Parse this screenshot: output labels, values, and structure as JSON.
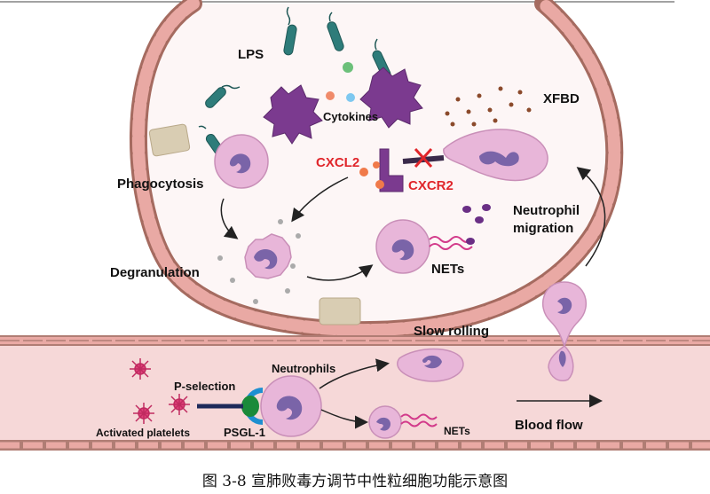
{
  "labels": {
    "lps": "LPS",
    "cytokines": "Cytokines",
    "xfbd": "XFBD",
    "cxcl2": "CXCL2",
    "cxcr2": "CXCR2",
    "phagocytosis": "Phagocytosis",
    "degranulation": "Degranulation",
    "nets_top": "NETs",
    "neutrophil_migration_1": "Neutrophil",
    "neutrophil_migration_2": "migration",
    "slow_rolling": "Slow rolling",
    "p_selection": "P-selection",
    "neutrophils": "Neutrophils",
    "psgl1": "PSGL-1",
    "activated_platelets": "Activated platelets",
    "nets_bottom": "NETs",
    "blood_flow": "Blood flow"
  },
  "caption": "图 3-8  宣肺败毒方调节中性粒细胞功能示意图",
  "colors": {
    "alveolus_wall": "#a56b60",
    "vessel_fill": "#f6d8d8",
    "cell_fill": "#e8b6d9",
    "nucleus": "#7a64a8",
    "bacteria": "#2e7c7a",
    "macrophage": "#7b3a8f",
    "label_red": "#e0262b"
  }
}
